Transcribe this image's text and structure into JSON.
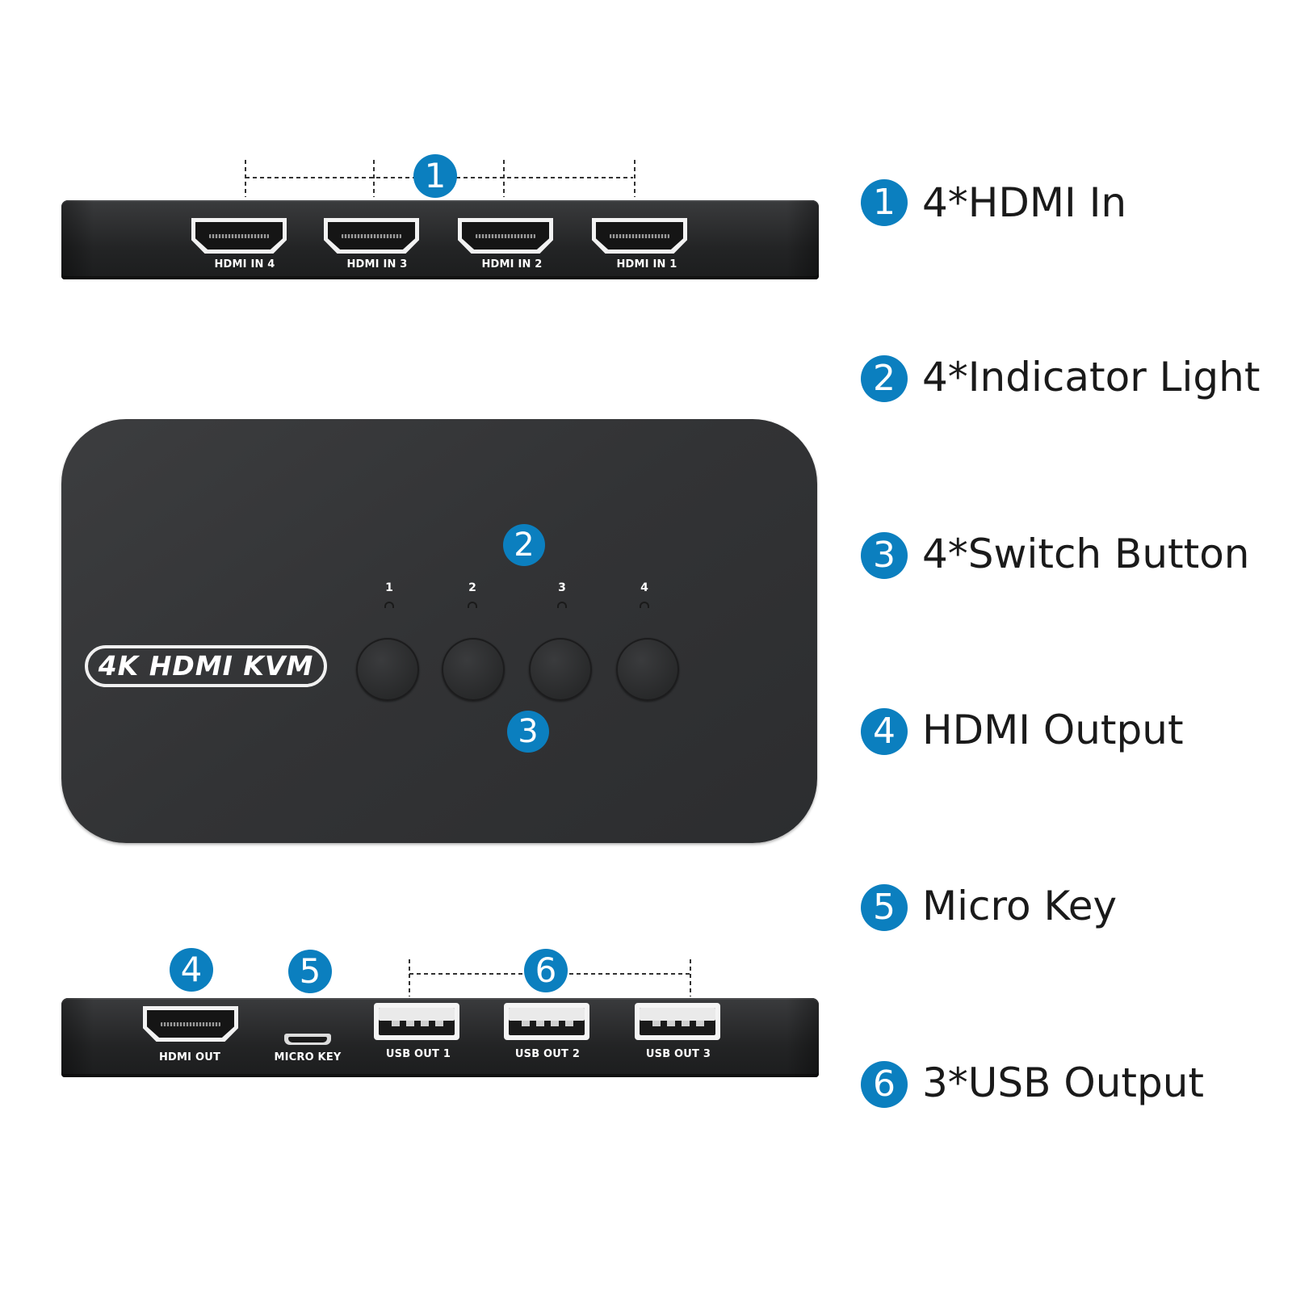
{
  "top_bar": {
    "ports": [
      {
        "label": "HDMI IN 4"
      },
      {
        "label": "HDMI IN 3"
      },
      {
        "label": "HDMI IN 2"
      },
      {
        "label": "HDMI IN 1"
      }
    ],
    "callout": "1"
  },
  "panel": {
    "brand_label": "4K HDMI KVM",
    "indicators": [
      "1",
      "2",
      "3",
      "4"
    ],
    "callout_indicators": "2",
    "callout_buttons": "3"
  },
  "bottom_bar": {
    "hdmi_out_label": "HDMI OUT",
    "micro_key_label": "MICRO KEY",
    "usb_labels": [
      "USB OUT 1",
      "USB OUT 2",
      "USB OUT 3"
    ],
    "callout_hdmi": "4",
    "callout_micro": "5",
    "callout_usb": "6"
  },
  "legend": [
    {
      "num": "1",
      "text": "4*HDMI In"
    },
    {
      "num": "2",
      "text": "4*Indicator Light"
    },
    {
      "num": "3",
      "text": "4*Switch Button"
    },
    {
      "num": "4",
      "text": "HDMI Output"
    },
    {
      "num": "5",
      "text": "Micro Key"
    },
    {
      "num": "6",
      "text": "3*USB Output"
    }
  ],
  "colors": {
    "accent": "#0b7fbf",
    "device": "#2c2d2f",
    "background": "#ffffff"
  }
}
